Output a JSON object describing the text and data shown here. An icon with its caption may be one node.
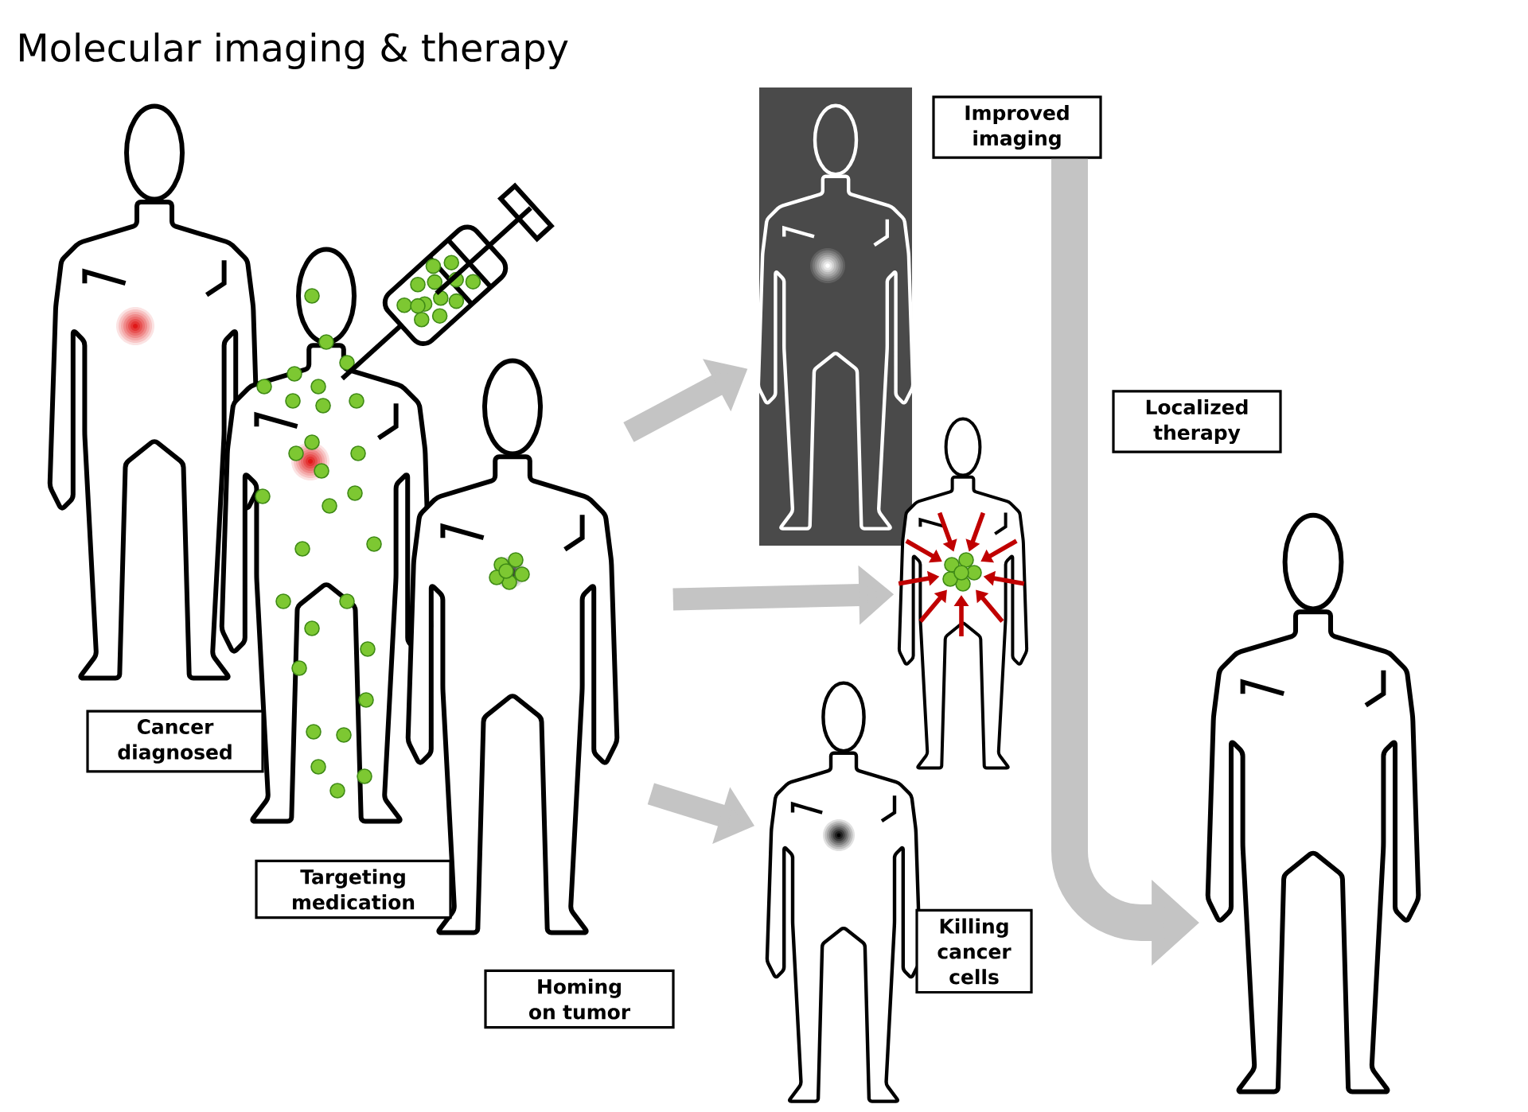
{
  "diagram": {
    "title": "Molecular imaging & therapy",
    "nodes": [
      {
        "text": [
          "Cancer diagnosed"
        ]
      },
      {
        "text": [
          "Targeting medication"
        ]
      },
      {
        "text": [
          "Homing on tumor"
        ]
      },
      {
        "text": [
          "Improved imaging"
        ]
      },
      {
        "text": [
          "Localized therapy"
        ]
      },
      {
        "text": [
          "Killing cancer cells"
        ]
      },
      {
        "text": [],
        "shape": "person"
      },
      {
        "text": [],
        "shape": "person"
      },
      {
        "text": [],
        "shape": "person"
      },
      {
        "text": [],
        "shape": "picture"
      },
      {
        "text": [],
        "shape": "person"
      },
      {
        "text": [],
        "shape": "person"
      },
      {
        "text": [],
        "shape": "person"
      }
    ],
    "edges": [
      {
        "from": 8,
        "to": 9,
        "arrow": "to"
      },
      {
        "from": 8,
        "to": 10,
        "arrow": "to"
      },
      {
        "from": 8,
        "to": 11,
        "arrow": "to"
      },
      {
        "from": 3,
        "to": 12,
        "arrow": "to"
      }
    ]
  }
}
